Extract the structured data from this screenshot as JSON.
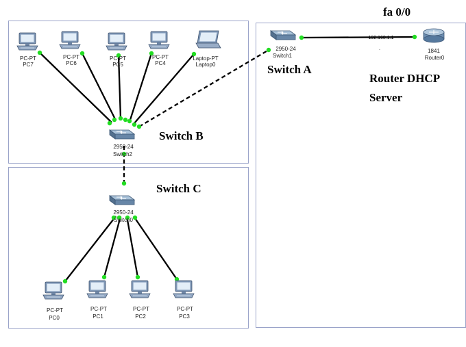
{
  "labels": {
    "switch_a": "Switch A",
    "switch_b": "Switch B",
    "switch_c": "Switch C",
    "router_line1": "Router DHCP",
    "router_line2": "Server",
    "interface": "fa 0/0",
    "router_ip": "192.168.1.1",
    "router_ip_dot": "."
  },
  "devices": {
    "pc7": {
      "type": "PC-PT",
      "name": "PC7"
    },
    "pc6": {
      "type": "PC-PT",
      "name": "PC6"
    },
    "pc5": {
      "type": "PC-PT",
      "name": "PC5"
    },
    "pc4": {
      "type": "PC-PT",
      "name": "PC4"
    },
    "laptop0": {
      "type": "Laptop-PT",
      "name": "Laptop0"
    },
    "switch2": {
      "type": "2950-24",
      "name": "Switch2"
    },
    "switch0": {
      "type": "2950-24",
      "name": "Switch0"
    },
    "switch1": {
      "type": "2950-24",
      "name": "Switch1"
    },
    "router0": {
      "type": "1841",
      "name": "Router0"
    },
    "pc0": {
      "type": "PC-PT",
      "name": "PC0"
    },
    "pc1": {
      "type": "PC-PT",
      "name": "PC1"
    },
    "pc2": {
      "type": "PC-PT",
      "name": "PC2"
    },
    "pc3": {
      "type": "PC-PT",
      "name": "PC3"
    }
  },
  "colors": {
    "link_endpoint": "#22dd22",
    "region_border": "#9aa3c9",
    "device_blue": "#6f8fb5"
  }
}
